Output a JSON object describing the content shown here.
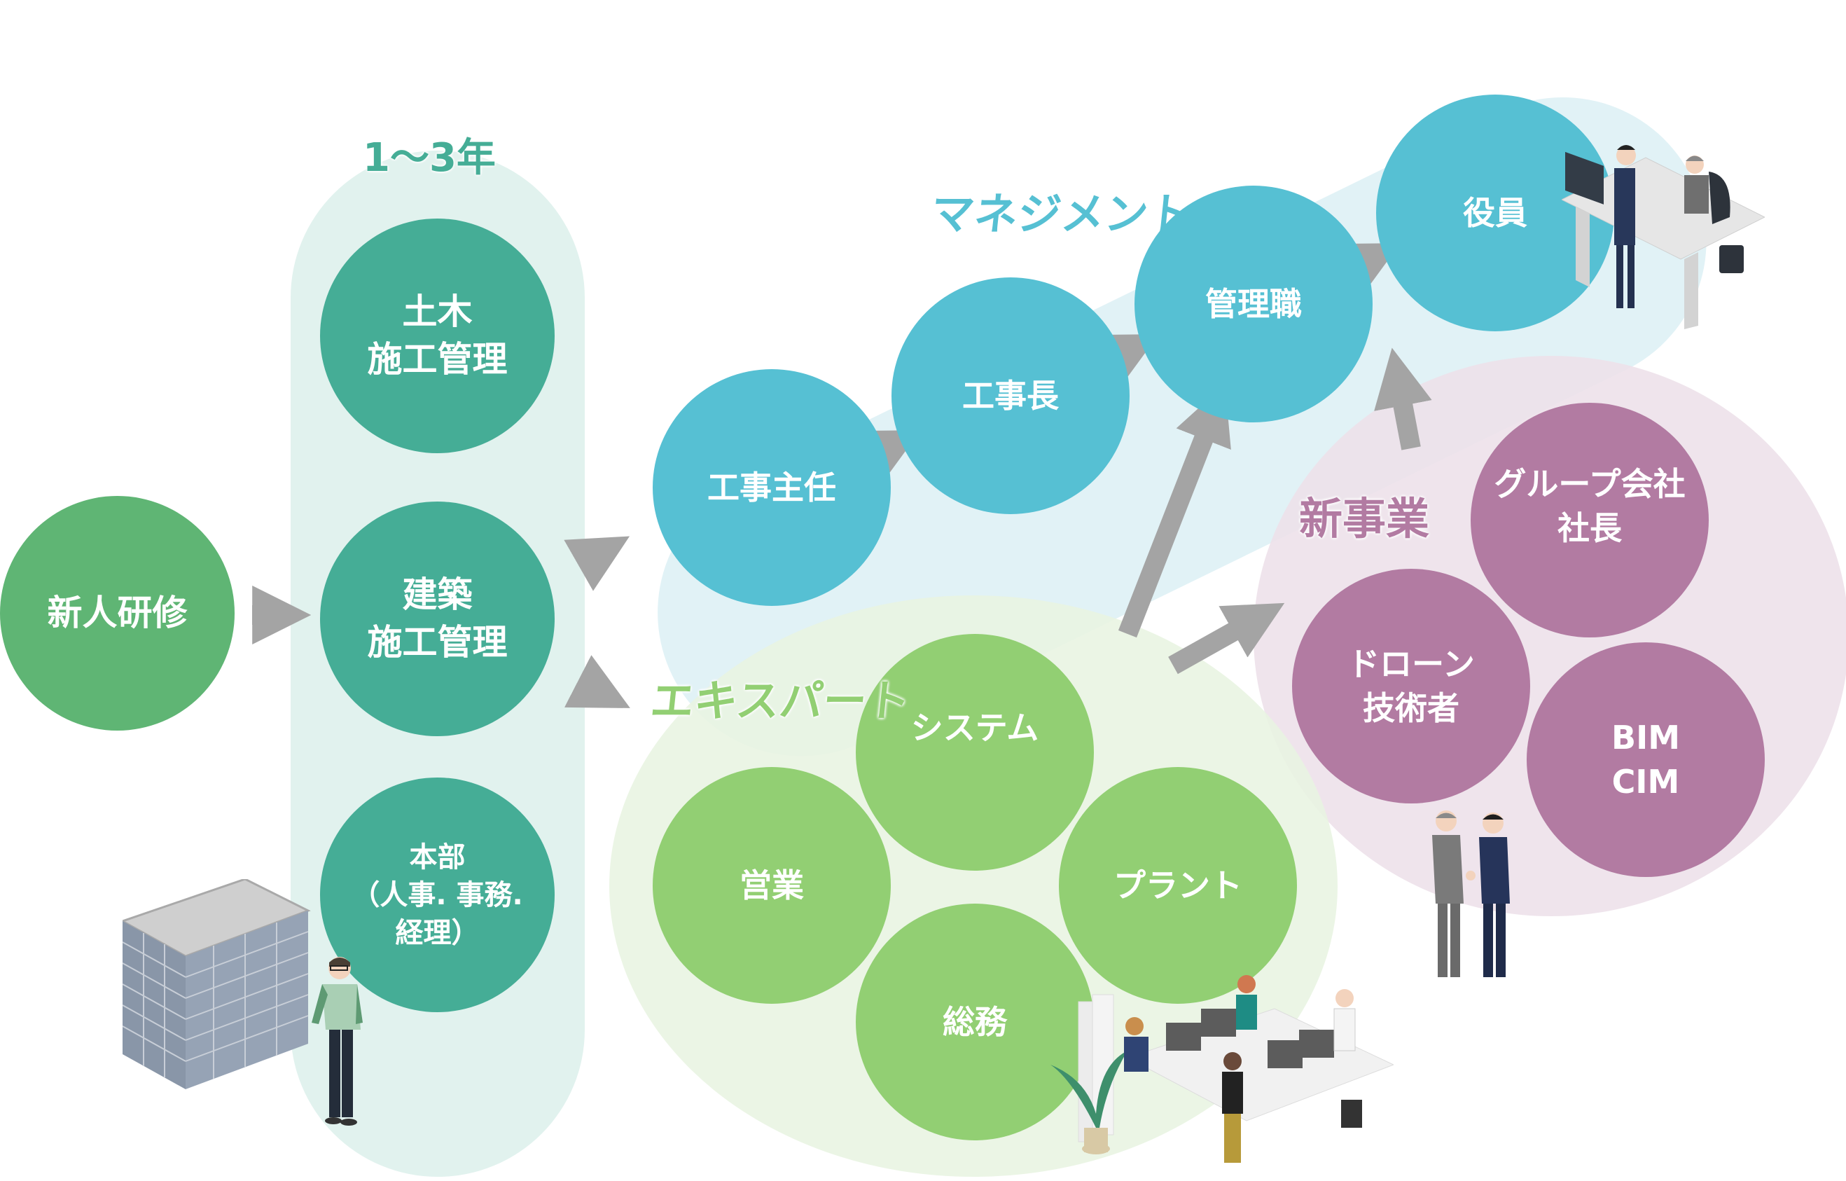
{
  "colors": {
    "training": "#5fb574",
    "year_stage": "#45ad96",
    "year_bg": "#e1f2ee",
    "management": "#56c0d3",
    "management_bg": "#dff1f5",
    "expert": "#92cf73",
    "expert_bg": "#e8f4e1",
    "new_business": "#b27ba2",
    "new_business_bg": "#ede1ea",
    "arrow": "#a4a4a4"
  },
  "start": {
    "label": "新人研修"
  },
  "year_stage": {
    "heading": "1〜3年",
    "nodes": [
      {
        "label": "土木\n施工管理"
      },
      {
        "label": "建築\n施工管理"
      },
      {
        "label": "本部\n（人事. 事務.\n経理）"
      }
    ]
  },
  "management": {
    "heading": "マネジメント",
    "nodes": [
      {
        "label": "工事主任"
      },
      {
        "label": "工事長"
      },
      {
        "label": "管理職"
      },
      {
        "label": "役員"
      }
    ]
  },
  "expert": {
    "heading": "エキスパート",
    "nodes": [
      {
        "label": "システム"
      },
      {
        "label": "営業"
      },
      {
        "label": "プラント"
      },
      {
        "label": "総務"
      }
    ]
  },
  "new_business": {
    "heading": "新事業",
    "nodes": [
      {
        "label": "グループ会社\n社長"
      },
      {
        "label": "ドローン\n技術者"
      },
      {
        "label": "BIM\nCIM"
      }
    ]
  },
  "illustrations": [
    {
      "name": "office-building",
      "description": "isometric office building"
    },
    {
      "name": "worker-in-uniform",
      "description": "worker in green uniform"
    },
    {
      "name": "executive-desk-scene",
      "description": "executives at desk"
    },
    {
      "name": "handshake-scene",
      "description": "two businessmen shaking hands"
    },
    {
      "name": "office-workers-scene",
      "description": "office workers at desks with plant"
    }
  ]
}
